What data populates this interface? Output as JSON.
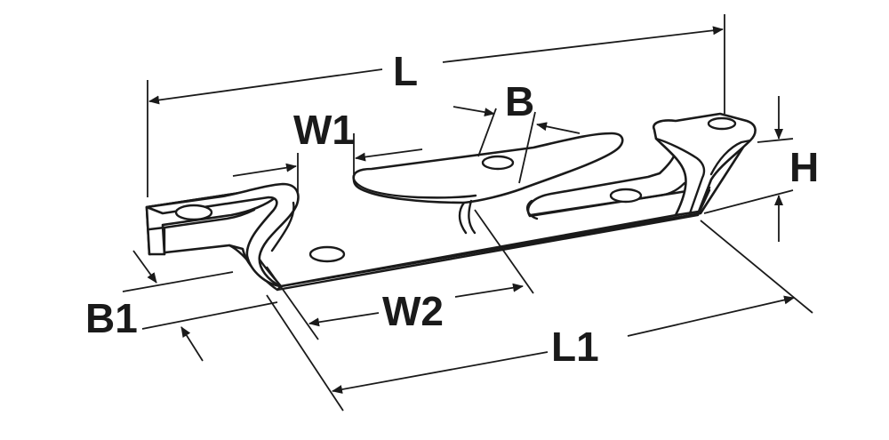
{
  "diagram": {
    "labels": {
      "L": "L",
      "L1": "L1",
      "B": "B",
      "B1": "B1",
      "W1": "W1",
      "W2": "W2",
      "H": "H"
    }
  }
}
